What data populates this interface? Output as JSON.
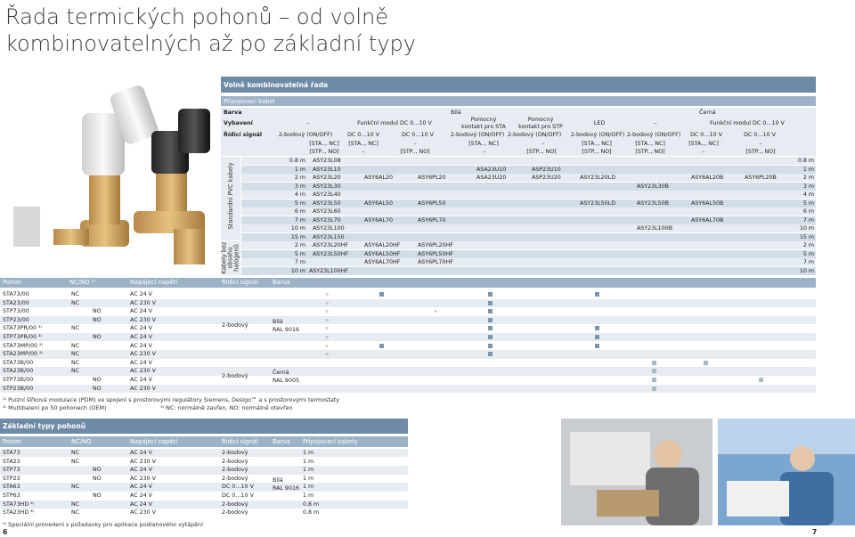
{
  "page_title_line1": "Řada termických pohonů – od volně",
  "page_title_line2": "kombinovatelných až po základní typy",
  "section1_title": "Volně kombinovatelná řada",
  "connecting_cable": "Připojovací kabel",
  "matrix": {
    "labels": {
      "color": "Barva",
      "equipment": "Vybavení",
      "control_signal": "Řídicí signál"
    },
    "color_white": "Bílá",
    "color_black": "Černá",
    "equipment": [
      "–",
      "Funkční modul DC 0…10 V",
      "Pomocný kontakt pro STA",
      "Pomocný kontakt pro STP",
      "LED",
      "–",
      "Funkční modul DC 0…10 V"
    ],
    "signals": [
      "2-bodový (ON/OFF)",
      "DC 0…10 V",
      "DC 0…10 V",
      "2-bodový (ON/OFF)",
      "2-bodový (ON/OFF)",
      "2-bodový (ON/OFF)",
      "2-bodový (ON/OFF)",
      "DC 0…10 V",
      "DC 0…10 V"
    ],
    "type_row1": [
      "[STA.., NC]",
      "[STA.., NC]",
      "–",
      "[STA.., NC]",
      "–",
      "[STA.., NC]",
      "[STA.., NC]",
      "[STA.., NC]",
      "–"
    ],
    "type_row2": [
      "[STP.., NO]",
      "–",
      "[STP.., NO]",
      "–",
      "[STP.., NO]",
      "[STP.., NO]",
      "[STP.., NO]",
      "–",
      "[STP.., NO]"
    ],
    "group1_label": "Standardní PVC kabely",
    "group2_label": "Kabely bez obsahu halogenů",
    "cables": [
      {
        "len": "0.8 m",
        "a": "ASY23L08",
        "b": "",
        "c": "",
        "d": "",
        "e": "",
        "f": "",
        "g": "",
        "h": "",
        "i": "",
        "lenr": "0.8 m"
      },
      {
        "len": "1 m",
        "a": "ASY23L10",
        "b": "",
        "c": "",
        "d": "ASA23U10",
        "e": "ASP23U10",
        "f": "",
        "g": "",
        "h": "",
        "i": "",
        "lenr": "1 m"
      },
      {
        "len": "2 m",
        "a": "ASY23L20",
        "b": "ASY6AL20",
        "c": "ASY6PL20",
        "d": "ASA23U20",
        "e": "ASP23U20",
        "f": "ASY23L20LD",
        "g": "",
        "h": "ASY6AL20B",
        "i": "ASY6PL20B",
        "lenr": "2 m"
      },
      {
        "len": "3 m",
        "a": "ASY23L30",
        "b": "",
        "c": "",
        "d": "",
        "e": "",
        "f": "",
        "g": "ASY23L30B",
        "h": "",
        "i": "",
        "lenr": "3 m"
      },
      {
        "len": "4 m",
        "a": "ASY23L40",
        "b": "",
        "c": "",
        "d": "",
        "e": "",
        "f": "",
        "g": "",
        "h": "",
        "i": "",
        "lenr": "4 m"
      },
      {
        "len": "5 m",
        "a": "ASY23L50",
        "b": "ASY6AL50",
        "c": "ASY6PL50",
        "d": "",
        "e": "",
        "f": "ASY23L50LD",
        "g": "ASY23L50B",
        "h": "ASY6AL50B",
        "i": "",
        "lenr": "5 m"
      },
      {
        "len": "6 m",
        "a": "ASY23L60",
        "b": "",
        "c": "",
        "d": "",
        "e": "",
        "f": "",
        "g": "",
        "h": "",
        "i": "",
        "lenr": "6 m"
      },
      {
        "len": "7 m",
        "a": "ASY23L70",
        "b": "ASY6AL70",
        "c": "ASY6PL70",
        "d": "",
        "e": "",
        "f": "",
        "g": "",
        "h": "ASY6AL70B",
        "i": "",
        "lenr": "7 m"
      },
      {
        "len": "10 m",
        "a": "ASY23L100",
        "b": "",
        "c": "",
        "d": "",
        "e": "",
        "f": "",
        "g": "ASY23L100B",
        "h": "",
        "i": "",
        "lenr": "10 m"
      },
      {
        "len": "15 m",
        "a": "ASY23L150",
        "b": "",
        "c": "",
        "d": "",
        "e": "",
        "f": "",
        "g": "",
        "h": "",
        "i": "",
        "lenr": "15 m"
      },
      {
        "len": "2 m",
        "a": "ASY23L20HF",
        "b": "ASY6AL20HF",
        "c": "ASY6PL20HF",
        "d": "",
        "e": "",
        "f": "",
        "g": "",
        "h": "",
        "i": "",
        "lenr": "2 m"
      },
      {
        "len": "5 m",
        "a": "ASY23L50HF",
        "b": "ASY6AL50HF",
        "c": "ASY6PL50HF",
        "d": "",
        "e": "",
        "f": "",
        "g": "",
        "h": "",
        "i": "",
        "lenr": "5 m"
      },
      {
        "len": "7 m",
        "a": "",
        "b": "ASY6AL70HF",
        "c": "ASY6PL70HF",
        "d": "",
        "e": "",
        "f": "",
        "g": "",
        "h": "",
        "i": "",
        "lenr": "7 m"
      },
      {
        "len": "10 m",
        "a": "ASY23L100HF",
        "b": "",
        "c": "",
        "d": "",
        "e": "",
        "f": "",
        "g": "",
        "h": "",
        "i": "",
        "lenr": "10 m"
      }
    ]
  },
  "drive_header": [
    "Pohon",
    "NC/NO ¹⁾",
    "Napájecí napětí",
    "Řídicí signál",
    "Barva"
  ],
  "drives": [
    {
      "n": "STA73/00",
      "nc": "NC",
      "no": "",
      "v": "AC 24 V"
    },
    {
      "n": "STA23/00",
      "nc": "NC",
      "no": "",
      "v": "AC 230 V"
    },
    {
      "n": "STP73/00",
      "nc": "",
      "no": "NO",
      "v": "AC 24 V"
    },
    {
      "n": "STP23/00",
      "nc": "",
      "no": "NO",
      "v": "AC 230 V"
    },
    {
      "n": "STA73PR/00 ³⁾",
      "nc": "NC",
      "no": "",
      "v": "AC 24 V"
    },
    {
      "n": "STP73PR/00 ³⁾",
      "nc": "",
      "no": "NO",
      "v": "AC 24 V"
    },
    {
      "n": "STA73MP/00 ²⁾",
      "nc": "NC",
      "no": "",
      "v": "AC 24 V"
    },
    {
      "n": "STA23MP/00 ²⁾",
      "nc": "NC",
      "no": "",
      "v": "AC 230 V"
    },
    {
      "n": "STA73B/00",
      "nc": "NC",
      "no": "",
      "v": "AC 24 V"
    },
    {
      "n": "STA23B/00",
      "nc": "NC",
      "no": "",
      "v": "AC 230 V"
    },
    {
      "n": "STP73B/00",
      "nc": "",
      "no": "NO",
      "v": "AC 24 V"
    },
    {
      "n": "STP23B/00",
      "nc": "",
      "no": "NO",
      "v": "AC 230 V"
    }
  ],
  "drive_signal": "2-bodový",
  "white_color_l1": "Bílá",
  "white_color_l2": "RAL 9016",
  "black_color_l1": "Černá",
  "black_color_l2": "RAL 9005",
  "footnote1": "¹⁾ Pulzní šířková modulace (PDM) ve spojení s prostorovými regulátory Siemens, Desigo™ a s prostorovými termostaty",
  "footnote2": "²⁾ Multibalení po 50 pohonech (OEM)",
  "footnote3": "³⁾ NC: normálně zavřen, NO: normálně otevřen",
  "section2_title": "Základní typy pohonů",
  "basic_header": [
    "Pohon",
    "NC/NO",
    "Napájecí napětí",
    "Řídicí signál",
    "Barva",
    "Připojovací kabely"
  ],
  "basic": [
    {
      "n": "STA73",
      "nc": "NC",
      "no": "",
      "v": "AC 24 V",
      "s": "2-bodový",
      "k": "1 m"
    },
    {
      "n": "STA23",
      "nc": "NC",
      "no": "",
      "v": "AC 230 V",
      "s": "2-bodový",
      "k": "1 m"
    },
    {
      "n": "STP73",
      "nc": "",
      "no": "NO",
      "v": "AC 24 V",
      "s": "2-bodový",
      "k": "1 m"
    },
    {
      "n": "STP23",
      "nc": "",
      "no": "NO",
      "v": "AC 230 V",
      "s": "2-bodový",
      "k": "1 m"
    },
    {
      "n": "STA63",
      "nc": "NC",
      "no": "",
      "v": "AC 24 V",
      "s": "DC 0…10 V",
      "k": "1 m"
    },
    {
      "n": "STP63",
      "nc": "",
      "no": "NO",
      "v": "AC 24 V",
      "s": "DC 0…10 V",
      "k": "1 m"
    },
    {
      "n": "STA73HD ⁴⁾",
      "nc": "NC",
      "no": "",
      "v": "AC 24 V",
      "s": "2-bodový",
      "k": "0.8 m"
    },
    {
      "n": "STA23HD ⁴⁾",
      "nc": "NC",
      "no": "",
      "v": "AC 230 V",
      "s": "2-bodový",
      "k": "0.8 m"
    }
  ],
  "basic_color_l1": "Bílá",
  "basic_color_l2": "RAL 9016",
  "footnote4": "⁴⁾ Speciální provedení s požadavky pro aplikace podlahového vytápění",
  "page_left": "6",
  "page_right": "7",
  "colors": {
    "header": "#6e8aa6",
    "subheader": "#9cb2c7",
    "row_a": "#e6ecf2",
    "row_b": "#d3dde7",
    "marker": "#7a95ad"
  }
}
